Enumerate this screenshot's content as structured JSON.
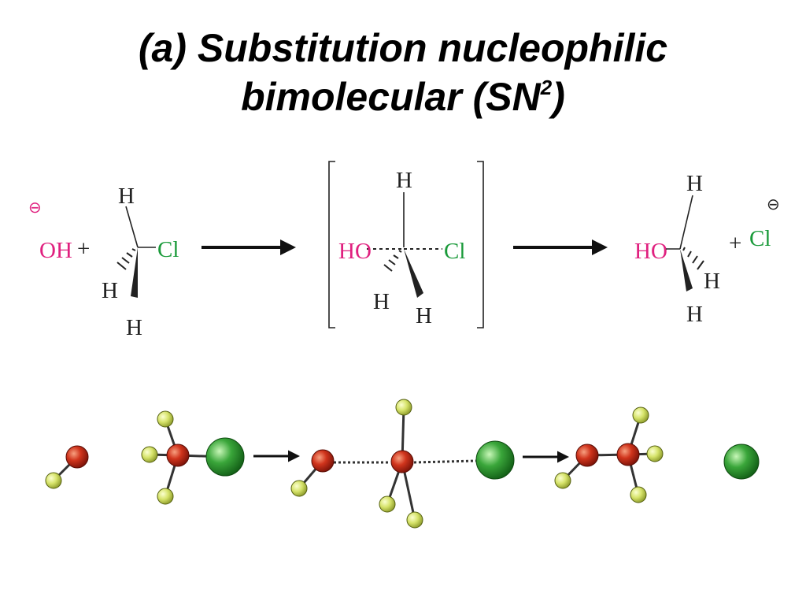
{
  "slide": {
    "title_line1": "(a) Substitution nucleophilic",
    "title_line2_main": "bimolecular (SN",
    "title_line2_sup": "2",
    "title_line2_end": ")"
  },
  "colors": {
    "nucleophile": "#e0207f",
    "leaving_group": "#1a9a3a",
    "neutral": "#222222",
    "carbon_oxygen_ball": "#d0341c",
    "hydrogen_ball": "#d6e36a",
    "chlorine_ball": "#3aa63a"
  },
  "reaction": {
    "reactant_nucleophile": {
      "charge": "⊖",
      "label": "OH",
      "plus": "+"
    },
    "reactant_substrate": {
      "h_top": "H",
      "h_left": "H",
      "h_bottom": "H",
      "leaving": "Cl"
    },
    "transition_state": {
      "nucleophile": "HO",
      "h_top": "H",
      "h_left": "H",
      "h_right": "H",
      "leaving": "Cl"
    },
    "product": {
      "nucleophile": "HO",
      "h_top": "H",
      "h_right": "H",
      "h_bottom": "H",
      "plus": "+",
      "leaving": "Cl",
      "charge": "⊖"
    }
  },
  "ball_and_stick": {
    "panels": [
      "hydroxide",
      "chloromethane",
      "transition-state",
      "methanol",
      "chloride"
    ]
  }
}
